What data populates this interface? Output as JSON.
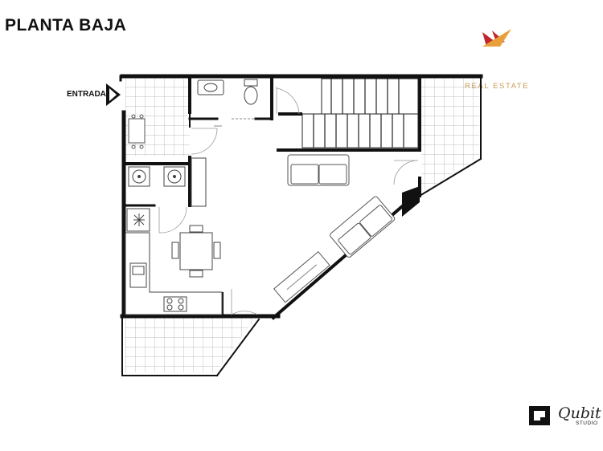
{
  "title": "PLANTA BAJA",
  "entrance_label": "ENTRADA",
  "brand": {
    "tagline": "REAL ESTATE",
    "studio_name": "Qubit",
    "studio_sub": "STUDIO",
    "logo_colors": [
      "#c0272d",
      "#e8a13a"
    ]
  },
  "colors": {
    "wall": "#111111",
    "tile_line": "#9a9a9a",
    "furniture": "#555555",
    "accent": "#c99a55"
  }
}
